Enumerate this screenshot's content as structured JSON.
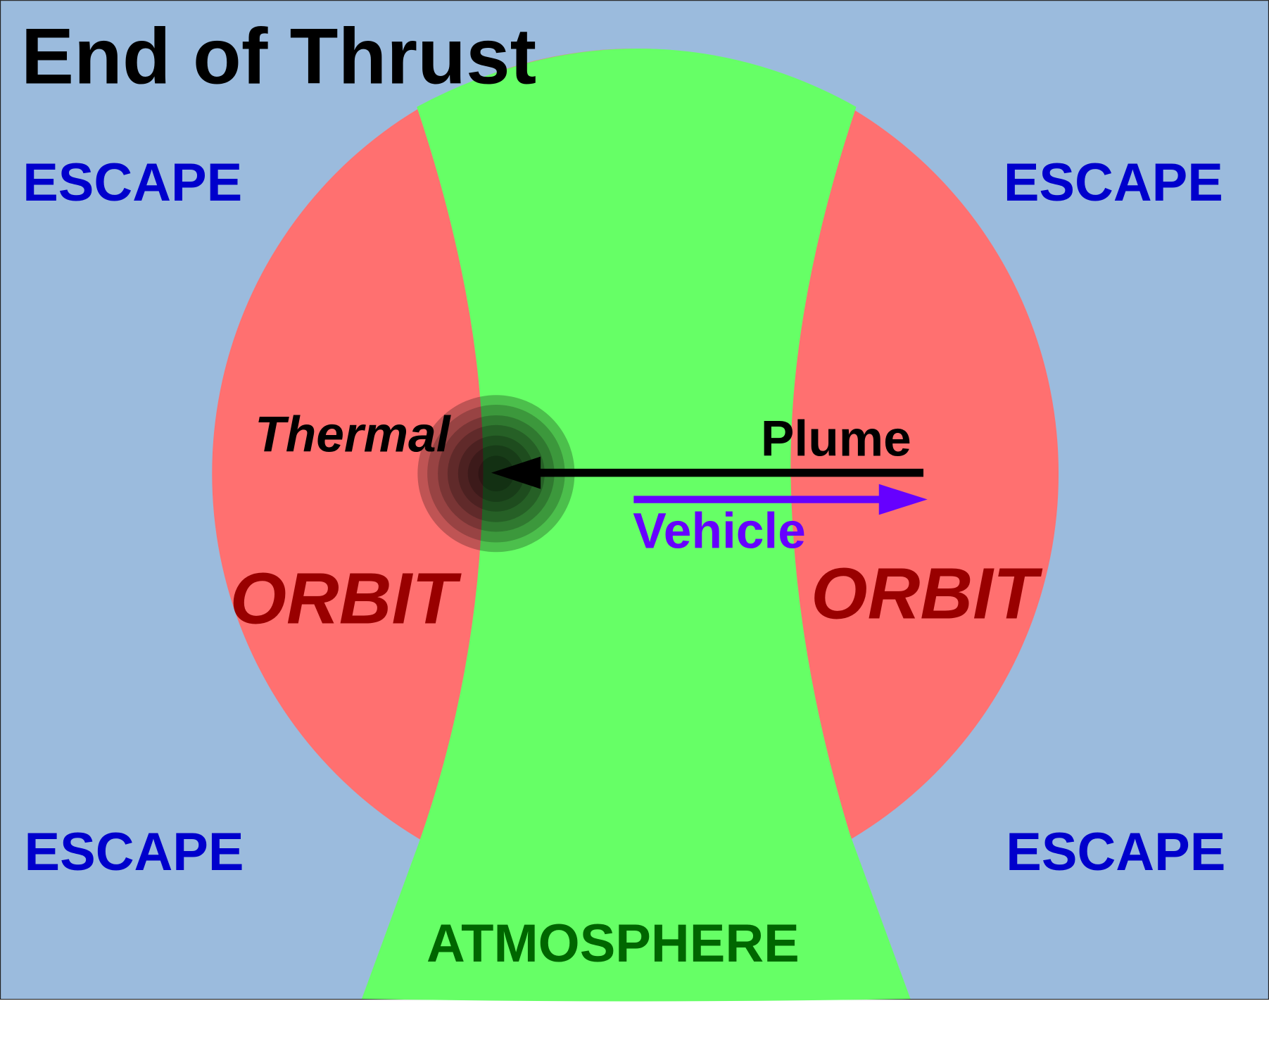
{
  "title": "End of Thrust",
  "escape_labels": [
    "ESCAPE",
    "ESCAPE",
    "ESCAPE",
    "ESCAPE"
  ],
  "orbit_labels": [
    "ORBIT",
    "ORBIT"
  ],
  "thermal_label": "Thermal",
  "plume_label": "Plume",
  "vehicle_label": "Vehicle",
  "atmosphere_label": "ATMOSPHERE",
  "colors": {
    "escape_bg": "#9bbbdd",
    "orbit": "#ff7070",
    "atmosphere": "#66ff66",
    "escape_text": "#0000cc",
    "orbit_text": "#990000",
    "atmosphere_text": "#006600",
    "vehicle": "#6600ff",
    "plume": "#000000"
  }
}
